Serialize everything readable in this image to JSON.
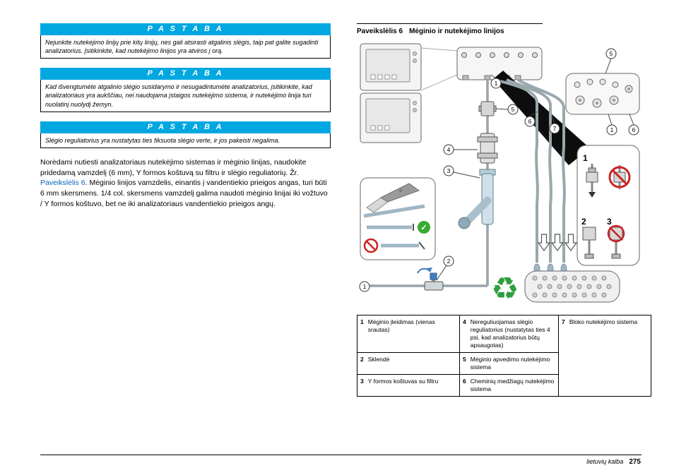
{
  "colors": {
    "notice_header_bg": "#00A7E0",
    "link_blue": "#0563C1",
    "check_green": "#3BAA35",
    "prohibit_red": "#CC2222",
    "recycle_green": "#2E9E3E"
  },
  "notices": [
    {
      "header": "P A S T A B A",
      "body": "Nejunkite nutekėjimo linijų prie kitų linijų, nes gali atsirasti atgalinis slėgis, taip pat galite sugadinti analizatorius. Įsitikinkite, kad nutekėjimo linijos yra atviros į orą."
    },
    {
      "header": "P A S T A B A",
      "body": "Kad išvengtumėte atgalinio slėgio susidarymo ir nesugadintumėte analizatorius, įsitikinkite, kad analizatoriaus yra aukščiau, nei naudojama įstaigos nutekėjimo sistema, ir nutekėjimo linija turi nuolatinį nuolydį žemyn."
    },
    {
      "header": "P A S T A B A",
      "body": "Slėgio reguliatorius yra nustatytas ties fiksuota slėgio verte, ir jos pakeisti negalima."
    }
  ],
  "paragraph": {
    "before_link": "Norėdami nutiesti analizatoriaus nutekėjimo sistemas ir mėginio linijas, naudokite pridedamą vamzdelį (6 mm), Y formos koštuvą su filtru ir slėgio reguliatorių. Žr. ",
    "link": "Paveikslėlis 6",
    "after_link": ". Mėginio linijos vamzdelis, einantis į vandentiekio prieigos angas, turi būti 6 mm skersmens. 1/4 col. skersmens vamzdelį galima naudoti mėginio linijai iki vožtuvo / Y formos koštuvo, bet ne iki analizatoriaus vandentiekio prieigos angų."
  },
  "figure": {
    "title_prefix": "Paveikslėlis 6",
    "title_text": "Mėginio ir nutekėjimo linijos",
    "callouts": [
      "1",
      "5",
      "6",
      "7",
      "4",
      "3",
      "2",
      "1",
      "5",
      "1",
      "6"
    ],
    "inset_labels": [
      "1",
      "2",
      "3"
    ],
    "icons": {
      "recycle": "♻",
      "check": "✓"
    }
  },
  "legend": {
    "items": [
      {
        "num": "1",
        "label": "Mėginio įleidimas (vienas srautas)"
      },
      {
        "num": "2",
        "label": "Sklendė"
      },
      {
        "num": "3",
        "label": "Y formos koštuvas su filtru"
      },
      {
        "num": "4",
        "label": "Nereguliuojamas slėgio reguliatorius (nustatytas ties 4 psi, kad analizatorius būtų apsaugotas)"
      },
      {
        "num": "5",
        "label": "Mėginio apvedimo nutekėjimo sistema"
      },
      {
        "num": "6",
        "label": "Cheminių medžiagų nutekėjimo sistema"
      },
      {
        "num": "7",
        "label": "Bloko nutekėjimo sistema"
      }
    ]
  },
  "footer": {
    "language": "lietuvių kalba",
    "page_number": "275"
  }
}
